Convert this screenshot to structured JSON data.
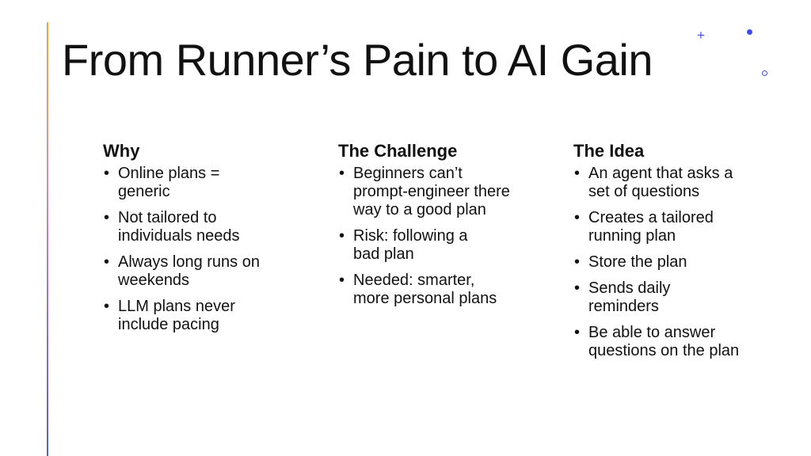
{
  "slide": {
    "title": "From Runner’s Pain to AI Gain",
    "accent_color": "#3b4ef2",
    "columns": [
      {
        "heading": "Why",
        "bullets": [
          "Online plans = generic",
          "Not tailored to individuals needs",
          "Always long runs on weekends",
          "LLM plans never include pacing"
        ]
      },
      {
        "heading": "The Challenge",
        "bullets": [
          "Beginners can’t prompt-engineer there way to a good plan",
          "Risk: following a bad plan",
          "Needed: smarter, more personal plans"
        ]
      },
      {
        "heading": "The Idea",
        "bullets": [
          "An agent that asks a set of questions",
          "Creates a tailored running plan",
          "Store the plan",
          "Sends daily reminders",
          "Be able to answer questions on the plan"
        ]
      }
    ]
  }
}
